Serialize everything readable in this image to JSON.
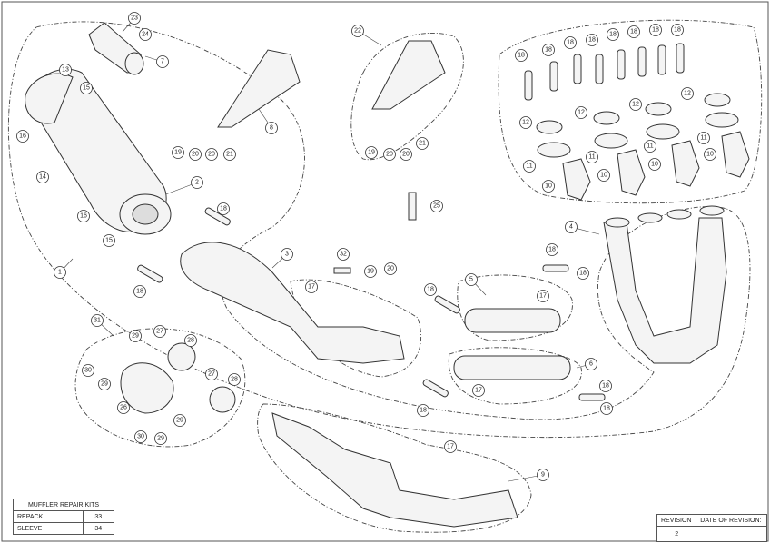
{
  "callouts": [
    {
      "id": "c23",
      "n": "23"
    },
    {
      "id": "c24",
      "n": "24"
    },
    {
      "id": "c7",
      "n": "7"
    },
    {
      "id": "c13",
      "n": "13"
    },
    {
      "id": "c15a",
      "n": "15"
    },
    {
      "id": "c16a",
      "n": "16"
    },
    {
      "id": "c14",
      "n": "14"
    },
    {
      "id": "c2",
      "n": "2"
    },
    {
      "id": "c16b",
      "n": "16"
    },
    {
      "id": "c15b",
      "n": "15"
    },
    {
      "id": "c19a",
      "n": "19"
    },
    {
      "id": "c20a",
      "n": "20"
    },
    {
      "id": "c20b",
      "n": "20"
    },
    {
      "id": "c21a",
      "n": "21"
    },
    {
      "id": "c8",
      "n": "8"
    },
    {
      "id": "c22",
      "n": "22"
    },
    {
      "id": "c19b",
      "n": "19"
    },
    {
      "id": "c20c",
      "n": "20"
    },
    {
      "id": "c20d",
      "n": "20"
    },
    {
      "id": "c21b",
      "n": "21"
    },
    {
      "id": "c18a",
      "n": "18"
    },
    {
      "id": "c18b",
      "n": "18"
    },
    {
      "id": "c18c",
      "n": "18"
    },
    {
      "id": "c18d",
      "n": "18"
    },
    {
      "id": "c18e",
      "n": "18"
    },
    {
      "id": "c18f",
      "n": "18"
    },
    {
      "id": "c18g",
      "n": "18"
    },
    {
      "id": "c18h",
      "n": "18"
    },
    {
      "id": "c12a",
      "n": "12"
    },
    {
      "id": "c12b",
      "n": "12"
    },
    {
      "id": "c12c",
      "n": "12"
    },
    {
      "id": "c12d",
      "n": "12"
    },
    {
      "id": "c11a",
      "n": "11"
    },
    {
      "id": "c11b",
      "n": "11"
    },
    {
      "id": "c11c",
      "n": "11"
    },
    {
      "id": "c11d",
      "n": "11"
    },
    {
      "id": "c10a",
      "n": "10"
    },
    {
      "id": "c10b",
      "n": "10"
    },
    {
      "id": "c10c",
      "n": "10"
    },
    {
      "id": "c10d",
      "n": "10"
    },
    {
      "id": "c25",
      "n": "25"
    },
    {
      "id": "c18i",
      "n": "18"
    },
    {
      "id": "c4",
      "n": "4"
    },
    {
      "id": "c1",
      "n": "1"
    },
    {
      "id": "c18j",
      "n": "18"
    },
    {
      "id": "c3",
      "n": "3"
    },
    {
      "id": "c32",
      "n": "32"
    },
    {
      "id": "c19c",
      "n": "19"
    },
    {
      "id": "c20e",
      "n": "20"
    },
    {
      "id": "c17a",
      "n": "17"
    },
    {
      "id": "c18k",
      "n": "18"
    },
    {
      "id": "c5",
      "n": "5"
    },
    {
      "id": "c17b",
      "n": "17"
    },
    {
      "id": "c18l",
      "n": "18"
    },
    {
      "id": "c18m",
      "n": "18"
    },
    {
      "id": "c31",
      "n": "31"
    },
    {
      "id": "c27a",
      "n": "27"
    },
    {
      "id": "c29a",
      "n": "29"
    },
    {
      "id": "c28a",
      "n": "28"
    },
    {
      "id": "c30a",
      "n": "30"
    },
    {
      "id": "c29b",
      "n": "29"
    },
    {
      "id": "c27b",
      "n": "27"
    },
    {
      "id": "c28b",
      "n": "28"
    },
    {
      "id": "c26",
      "n": "26"
    },
    {
      "id": "c29c",
      "n": "29"
    },
    {
      "id": "c30b",
      "n": "30"
    },
    {
      "id": "c29d",
      "n": "29"
    },
    {
      "id": "c6",
      "n": "6"
    },
    {
      "id": "c17c",
      "n": "17"
    },
    {
      "id": "c18n",
      "n": "18"
    },
    {
      "id": "c18o",
      "n": "18"
    },
    {
      "id": "c18p",
      "n": "18"
    },
    {
      "id": "c17d",
      "n": "17"
    },
    {
      "id": "c9",
      "n": "9"
    }
  ],
  "repair_table": {
    "header": "MUFFLER REPAIR KITS",
    "rows": [
      {
        "label": "REPACK",
        "value": "33"
      },
      {
        "label": "SLEEVE",
        "value": "34"
      }
    ]
  },
  "revision_table": {
    "col1": "REVISION",
    "col2": "DATE OF REVISION:",
    "revision": "2",
    "date": ""
  }
}
